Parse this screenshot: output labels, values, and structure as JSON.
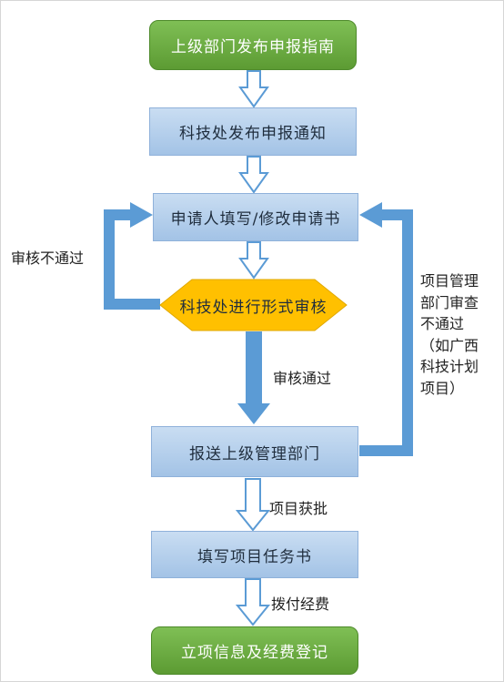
{
  "nodes": {
    "guide": "上级部门发布申报指南",
    "notice": "科技处发布申报通知",
    "fill": "申请人填写/修改申请书",
    "review": "科技处进行形式审核",
    "submit": "报送上级管理部门",
    "task": "填写项目任务书",
    "register": "立项信息及经费登记"
  },
  "labels": {
    "review_fail": "审核不通过",
    "review_pass": "审核通过",
    "approved": "项目获批",
    "funding": "拨付经费",
    "dept_fail_lines": [
      "项目管理",
      "部门审查",
      "不通过",
      "（如广西",
      "科技计划",
      "项目）"
    ]
  },
  "colors": {
    "green": "#6aab3f",
    "blue_box": "#b7d0ec",
    "diamond": "#ffc000",
    "arrow_blue": "#5b9bd5"
  }
}
